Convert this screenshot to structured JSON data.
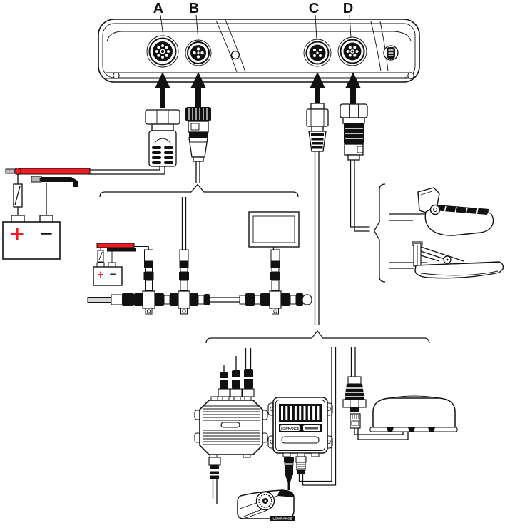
{
  "diagram": {
    "device": {
      "ports": [
        {
          "label": "A"
        },
        {
          "label": "B"
        },
        {
          "label": "C"
        },
        {
          "label": "D"
        }
      ]
    },
    "main_battery": {
      "positive": "+",
      "negative": "−"
    },
    "network_battery": {
      "positive": "+",
      "negative": "−"
    },
    "sonar_module_label": {
      "brand": "LOWRANCE"
    },
    "transducer_label": {
      "brand": "LOWRANCE"
    },
    "colors": {
      "wire_red": "#ed1c24",
      "line": "#111111",
      "background": "#ffffff"
    }
  }
}
